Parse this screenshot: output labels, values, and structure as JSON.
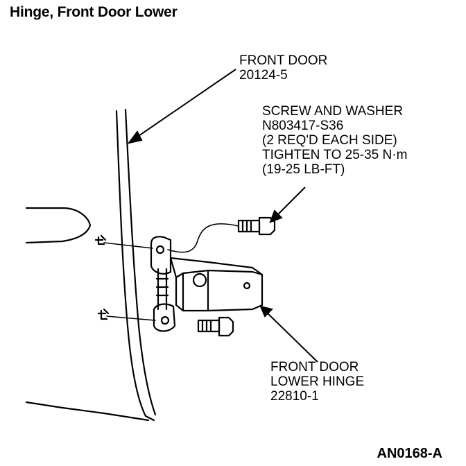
{
  "title": "Hinge, Front Door Lower",
  "callouts": {
    "front_door": [
      "FRONT DOOR",
      "20124-5"
    ],
    "screw_washer": [
      "SCREW AND WASHER",
      "N803417-S36",
      "(2 REQ'D EACH SIDE)",
      "TIGHTEN TO 25-35 N·m",
      "(19-25 LB-FT)"
    ],
    "lower_hinge": [
      "FRONT DOOR",
      "LOWER HINGE",
      "22810-1"
    ]
  },
  "figure_id": "AN0168-A",
  "colors": {
    "ink": "#000000",
    "paper": "#ffffff"
  }
}
